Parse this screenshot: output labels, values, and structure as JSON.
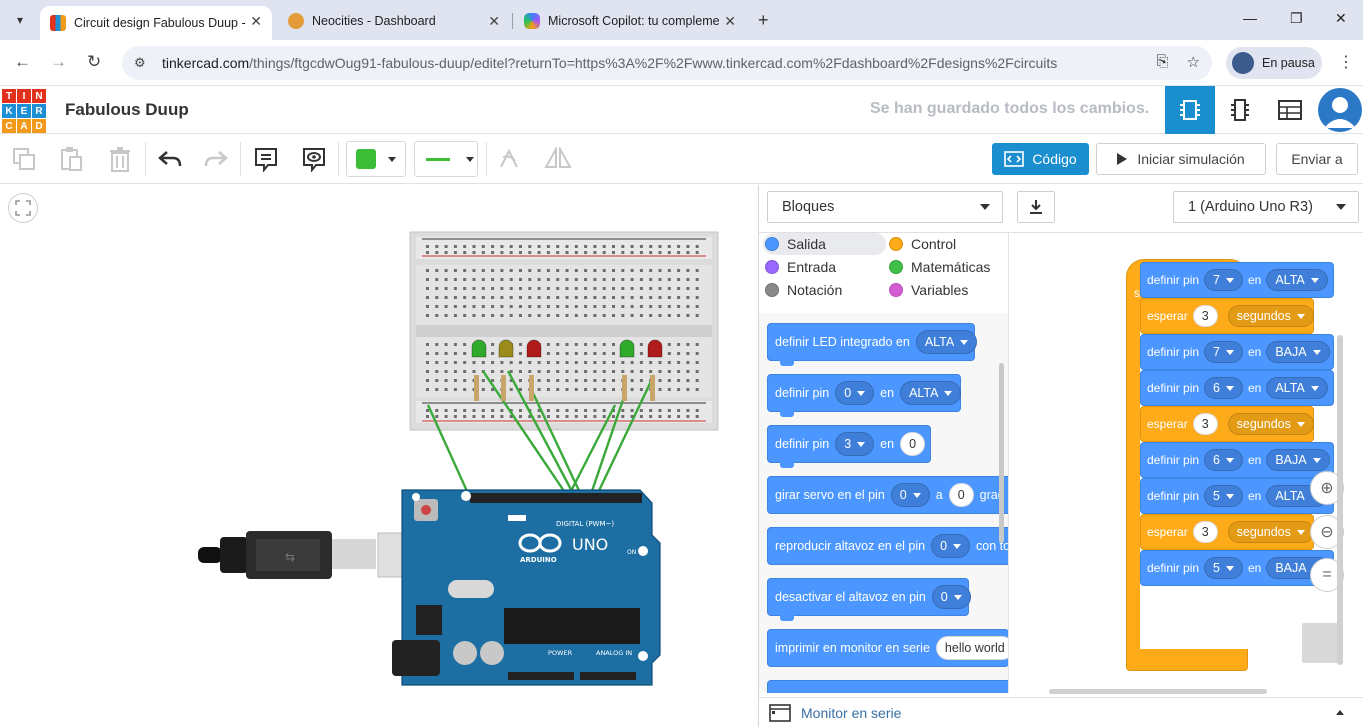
{
  "browser": {
    "tabs": [
      {
        "title": "Circuit design Fabulous Duup -",
        "active": true
      },
      {
        "title": "Neocities - Dashboard",
        "active": false
      },
      {
        "title": "Microsoft Copilot: tu compleme",
        "active": false
      }
    ],
    "url_host": "tinkercad.com",
    "url_path": "/things/ftgcdwOug91-fabulous-duup/editel?returnTo=https%3A%2F%2Fwww.tinkercad.com%2Fdashboard%2Fdesigns%2Fcircuits",
    "profile_label": "En pausa"
  },
  "header": {
    "logo_letters": [
      "T",
      "I",
      "N",
      "K",
      "E",
      "R",
      "C",
      "A",
      "D"
    ],
    "logo_colors": [
      "#e2321d",
      "#e2321d",
      "#e2321d",
      "#1c8fd6",
      "#1c8fd6",
      "#1c8fd6",
      "#f49a1a",
      "#f49a1a",
      "#f49a1a"
    ],
    "design_title": "Fabulous Duup",
    "save_status": "Se han guardado todos los cambios."
  },
  "toolbar": {
    "fill_color": "#3cbd37",
    "wire_color": "#3cbd37",
    "code_label": "Código",
    "simulate_label": "Iniciar simulación",
    "send_label": "Enviar a"
  },
  "codepanel": {
    "mode_select": "Bloques",
    "board_select": "1 (Arduino Uno R3)",
    "categories": [
      {
        "label": "Salida",
        "color": "#4c97ff"
      },
      {
        "label": "Control",
        "color": "#ffab19"
      },
      {
        "label": "Entrada",
        "color": "#9966ff"
      },
      {
        "label": "Matemáticas",
        "color": "#40bf4a"
      },
      {
        "label": "Notación",
        "color": "#888888"
      },
      {
        "label": "Variables",
        "color": "#d65cd6"
      }
    ],
    "palette": [
      {
        "text": "definir LED integrado en",
        "dd": "ALTA"
      },
      {
        "text": "definir pin",
        "dd": "0",
        "mid": "en",
        "dd2": "ALTA"
      },
      {
        "text": "definir pin",
        "dd": "3",
        "mid": "en",
        "val": "0"
      },
      {
        "text": "girar servo en el pin",
        "dd": "0",
        "mid": "a",
        "val": "0",
        "tail": "grad"
      },
      {
        "text": "reproducir altavoz en el pin",
        "dd": "0",
        "tail": "con ton"
      },
      {
        "text": "desactivar el altavoz en pin",
        "dd": "0"
      },
      {
        "text": "imprimir en monitor en serie",
        "val": "hello world"
      }
    ],
    "program": {
      "hat": "siempre",
      "blocks": [
        {
          "kind": "pin",
          "text": "definir pin",
          "pin": "7",
          "mid": "en",
          "state": "ALTA"
        },
        {
          "kind": "wait",
          "text": "esperar",
          "val": "3",
          "unit": "segundos"
        },
        {
          "kind": "pin",
          "text": "definir pin",
          "pin": "7",
          "mid": "en",
          "state": "BAJA"
        },
        {
          "kind": "pin",
          "text": "definir pin",
          "pin": "6",
          "mid": "en",
          "state": "ALTA"
        },
        {
          "kind": "wait",
          "text": "esperar",
          "val": "3",
          "unit": "segundos"
        },
        {
          "kind": "pin",
          "text": "definir pin",
          "pin": "6",
          "mid": "en",
          "state": "BAJA"
        },
        {
          "kind": "pin",
          "text": "definir pin",
          "pin": "5",
          "mid": "en",
          "state": "ALTA"
        },
        {
          "kind": "wait",
          "text": "esperar",
          "val": "3",
          "unit": "segundos"
        },
        {
          "kind": "pin",
          "text": "definir pin",
          "pin": "5",
          "mid": "en",
          "state": "BAJA"
        }
      ]
    },
    "serial_monitor": "Monitor en serie"
  },
  "board": {
    "label_uno": "UNO",
    "label_arduino": "ARDUINO",
    "label_digital": "DIGITAL (PWM~)",
    "label_power": "POWER",
    "label_analog": "ANALOG IN",
    "label_on": "ON",
    "led_colors": [
      "#2faa2a",
      "#9c8a1a",
      "#b01c1c",
      "#2faa2a",
      "#b01c1c"
    ]
  }
}
